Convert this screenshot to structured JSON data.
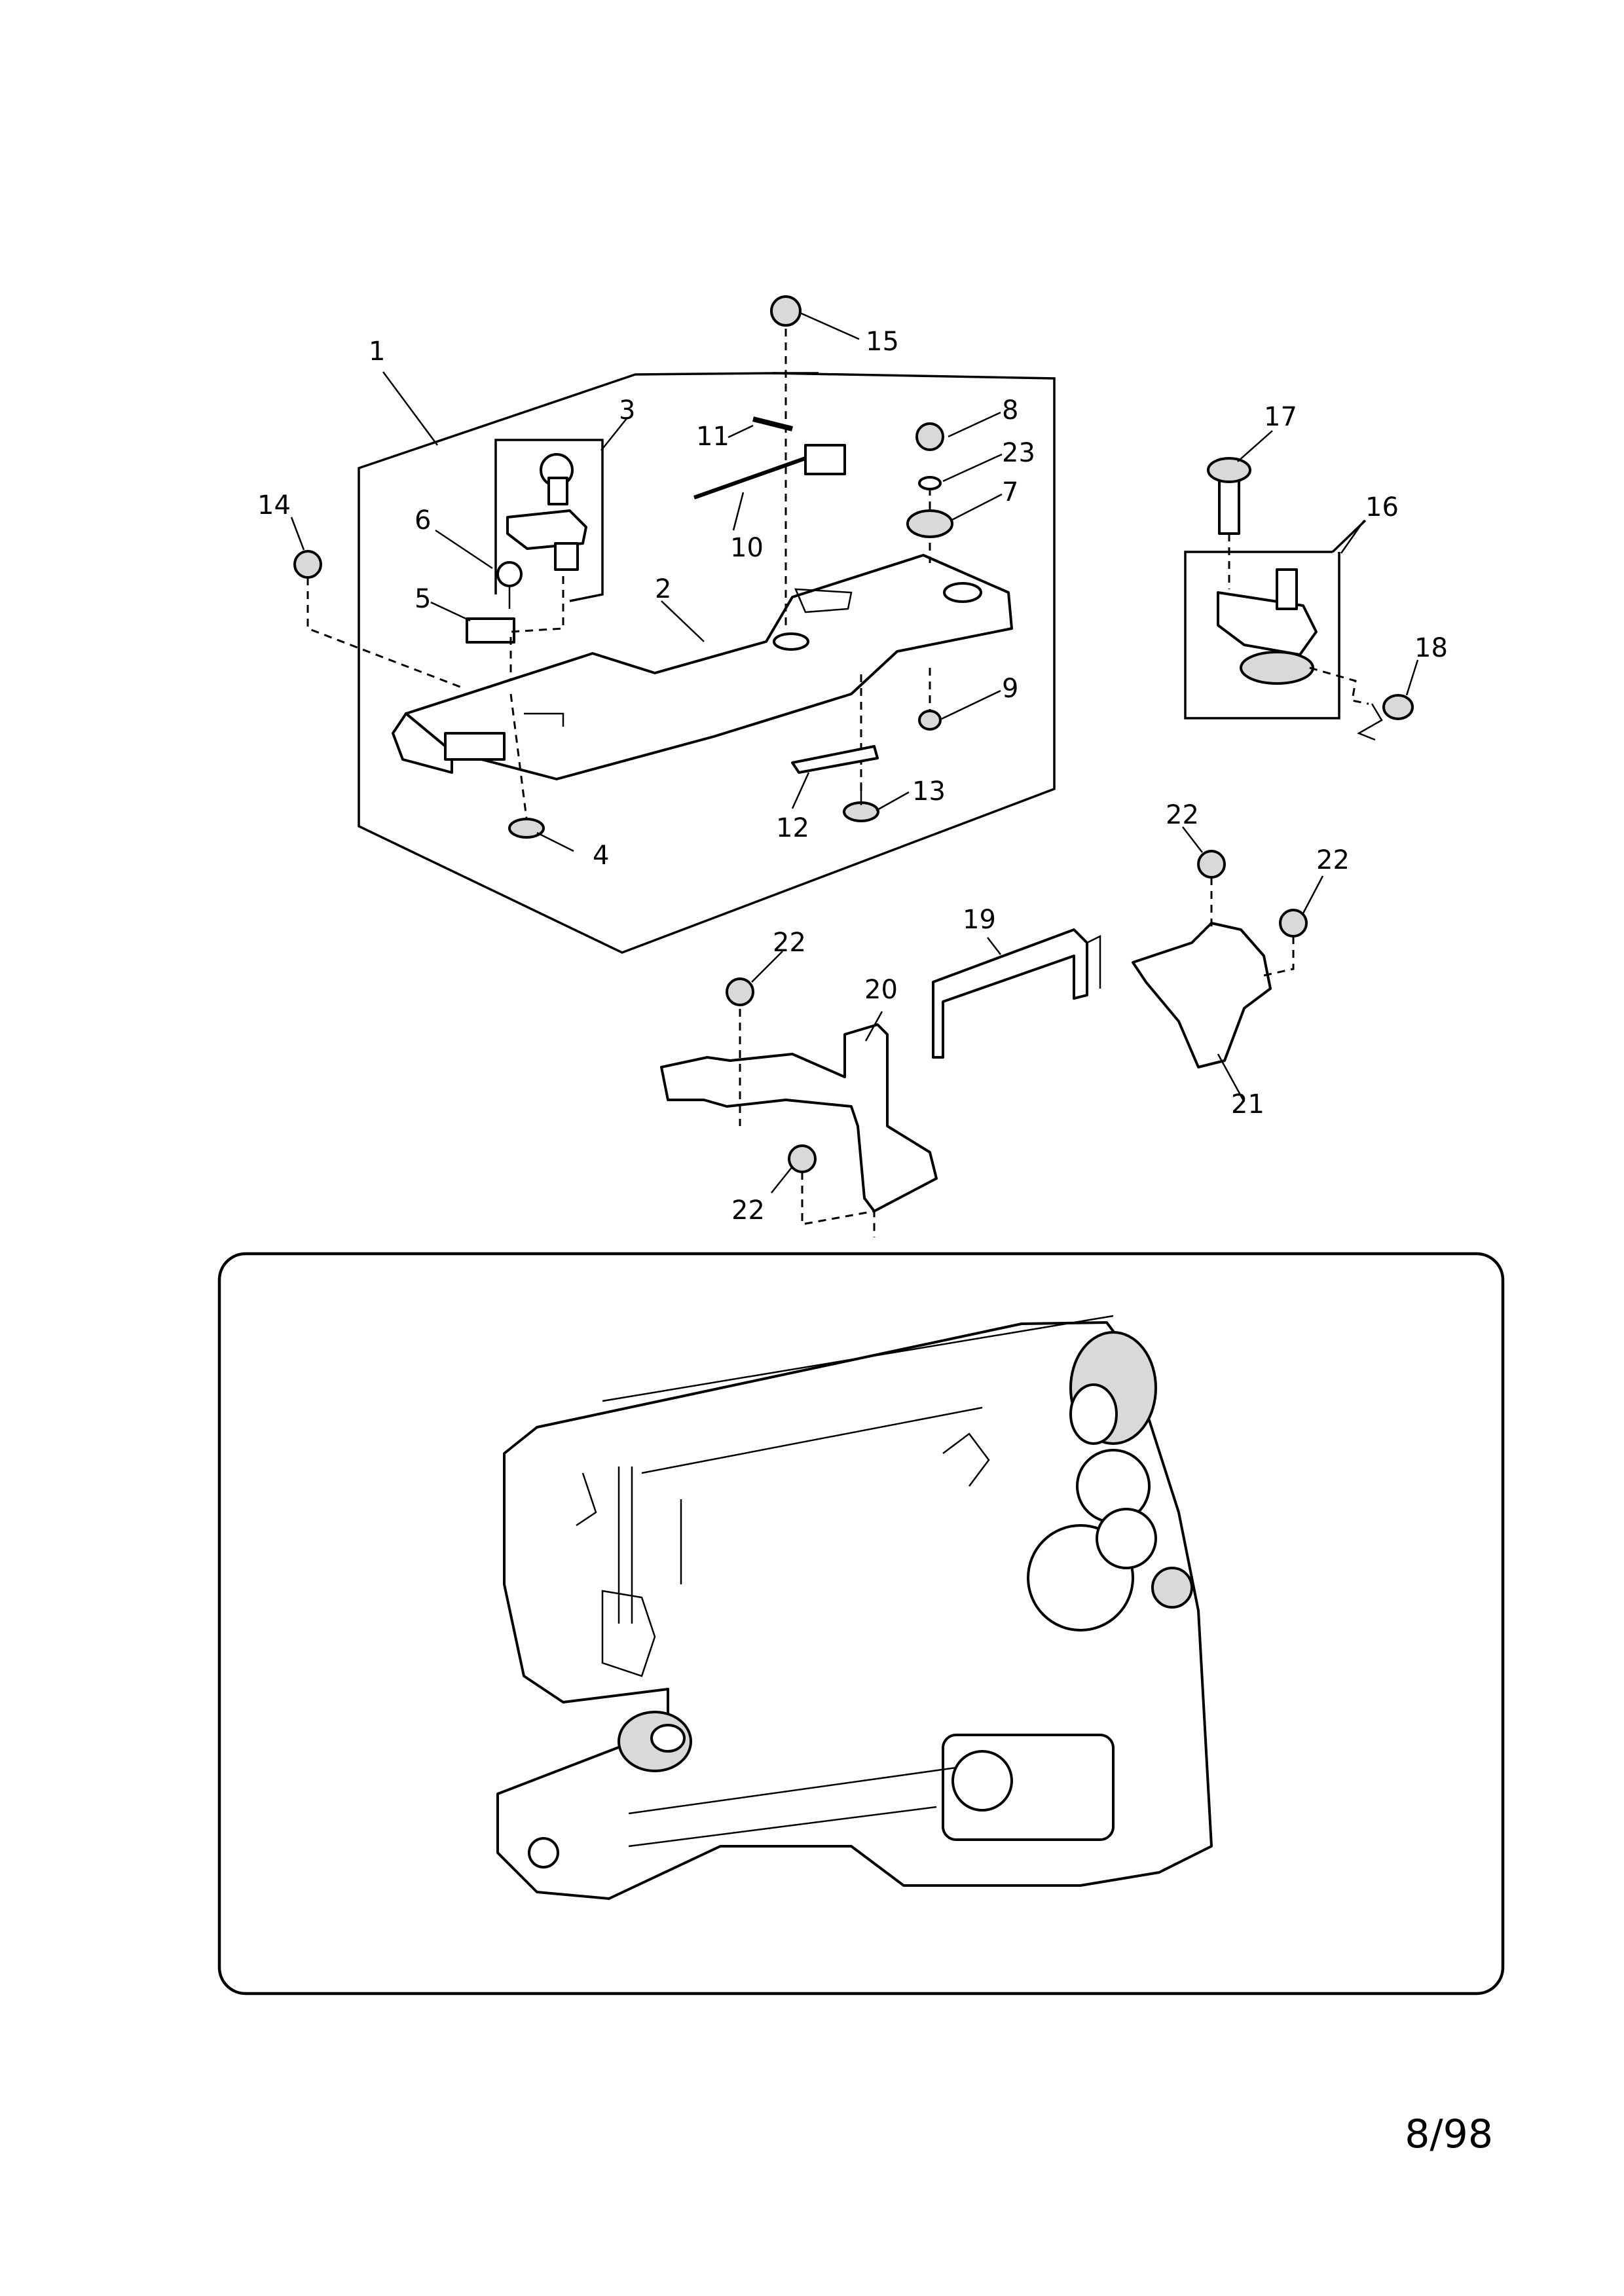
{
  "callouts": [
    "1",
    "2",
    "3",
    "4",
    "5",
    "6",
    "7",
    "8",
    "9",
    "10",
    "11",
    "12",
    "13",
    "14",
    "15",
    "16",
    "17",
    "18",
    "19",
    "20",
    "21",
    "22",
    "22",
    "22",
    "22",
    "23"
  ],
  "page_number": "8/98"
}
